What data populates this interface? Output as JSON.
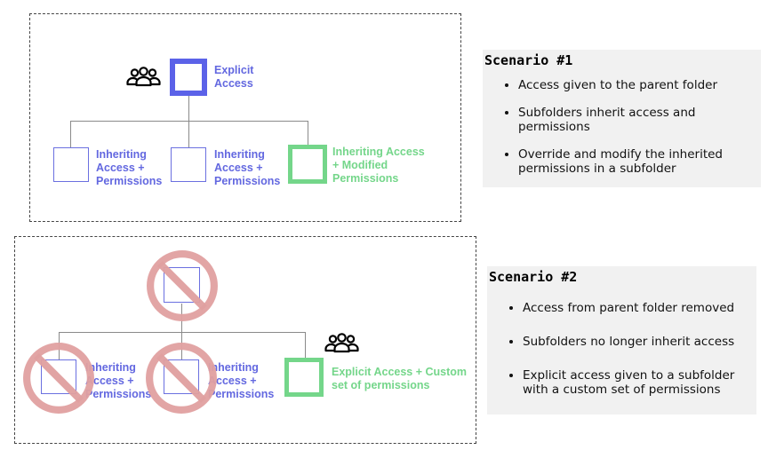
{
  "scenario1": {
    "top_label": "Explicit\nAccess",
    "child1_label": "Inheriting\nAccess +\nPermissions",
    "child2_label": "Inheriting\nAccess +\nPermissions",
    "child3_label": "Inheriting Access\n+ Modified\nPermissions",
    "title": "Scenario #1",
    "bullets": [
      "Access given to the parent folder",
      "Subfolders inherit access and permissions",
      "Override and modify the inherited permissions in a subfolder"
    ]
  },
  "scenario2": {
    "child1_label": "Inheriting\nAccess +\nPermissions",
    "child2_label": "Inheriting\nAccess +\nPermissions",
    "child3_label": "Explicit Access + Custom\nset of permissions",
    "title": "Scenario #2",
    "bullets": [
      "Access from parent folder removed",
      "Subfolders no longer inherit access",
      "Explicit access given to a subfolder with a custom set of permissions"
    ]
  },
  "icons": {
    "group": "group-of-users-icon",
    "prohibited": "prohibited-icon"
  },
  "colors": {
    "explicit_blue": "#5b62e8",
    "inherit_blue": "#6368e0",
    "modified_green": "#74d68a",
    "ban_red": "#e0a0a0",
    "panel_gray": "#f1f1f1"
  }
}
